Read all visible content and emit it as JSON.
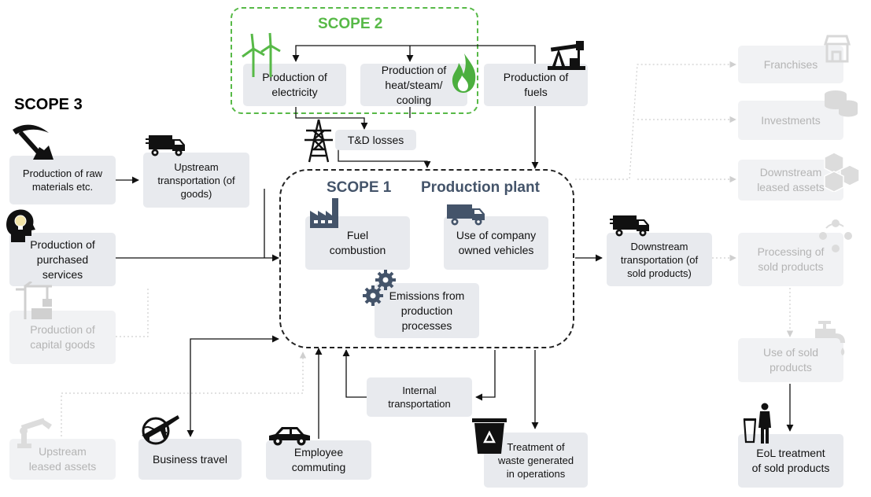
{
  "scope2": {
    "title": "SCOPE 2"
  },
  "scope3": {
    "title": "SCOPE 3"
  },
  "scope1": {
    "title": "SCOPE 1",
    "plant_title": "Production plant"
  },
  "colors": {
    "scope2_green": "#57b947",
    "scope1_blue": "#44546a",
    "box_fill": "#e8eaee",
    "faded_text": "#b4b4b4"
  },
  "boxes": {
    "electricity": "Production of\nelectricity",
    "heat": "Production of\nheat/steam/\ncooling",
    "fuels": "Production of\nfuels",
    "td_losses": "T&D losses",
    "raw_materials": "Production of raw\nmaterials etc.",
    "upstream_transport": "Upstream\ntransportation (of\ngoods)",
    "purchased_services": "Production of\npurchased\nservices",
    "capital_goods": "Production of\ncapital goods",
    "fuel_combustion": "Fuel\ncombustion",
    "company_vehicles": "Use of company\nowned vehicles",
    "process_emissions": "Emissions from\nproduction\nprocesses",
    "downstream_transport": "Downstream\ntransportation (of\nsold products)",
    "franchises": "Franchises",
    "investments": "Investments",
    "downstream_leased": "Downstream\nleased assets",
    "processing": "Processing of\nsold products",
    "use_sold": "Use of sold\nproducts",
    "eol": "EoL treatment\nof sold products",
    "internal_transport": "Internal\ntransportation",
    "waste": "Treatment of\nwaste generated\nin operations",
    "employee_commuting": "Employee\ncommuting",
    "business_travel": "Business travel",
    "upstream_leased": "Upstream\nleased assets"
  },
  "icons": [
    "wind-turbine-icon",
    "flame-icon",
    "oil-pump-icon",
    "transmission-tower-icon",
    "pickaxe-icon",
    "truck-icon",
    "head-lightbulb-icon",
    "crane-icon",
    "factory-icon",
    "gears-icon",
    "store-icon",
    "coins-icon",
    "cubes-icon",
    "cycle-icon",
    "faucet-icon",
    "trash-person-icon",
    "recycle-bin-icon",
    "car-icon",
    "airplane-globe-icon",
    "robot-arm-icon"
  ]
}
